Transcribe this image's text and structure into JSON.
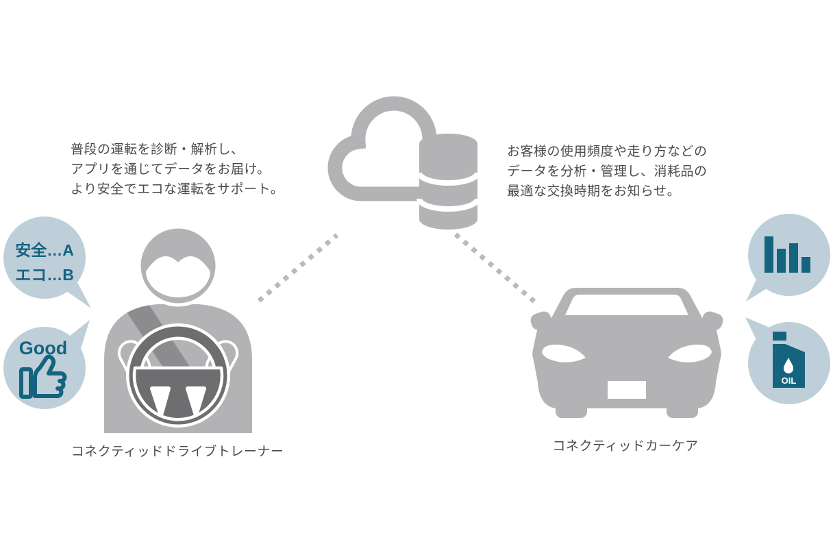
{
  "colors": {
    "icon_gray": "#b3b3b5",
    "belt_gray": "#8c8c8e",
    "wheel_gray": "#6e6e70",
    "bubble_blue": "#becfd9",
    "teal": "#15647f",
    "text_gray": "#4b4b4d"
  },
  "left_section": {
    "description": {
      "line1": "普段の運転を診断・解析し、",
      "line2": "アプリを通じてデータをお届け。",
      "line3": "より安全でエコな運転をサポート。"
    },
    "score_bubble": {
      "line1": "安全…A",
      "line2": "エコ…B"
    },
    "good_bubble": {
      "label": "Good"
    },
    "caption": "コネクティッドドライブトレーナー"
  },
  "right_section": {
    "description": {
      "line1": "お客様の使用頻度や走り方などの",
      "line2": "データを分析・管理し、消耗品の",
      "line3": "最適な交換時期をお知らせ。"
    },
    "chart_bubble": {
      "bar_values": [
        53,
        35,
        43,
        23
      ]
    },
    "oil_bubble": {
      "label": "OIL"
    },
    "caption": "コネクティッドカーケア"
  }
}
